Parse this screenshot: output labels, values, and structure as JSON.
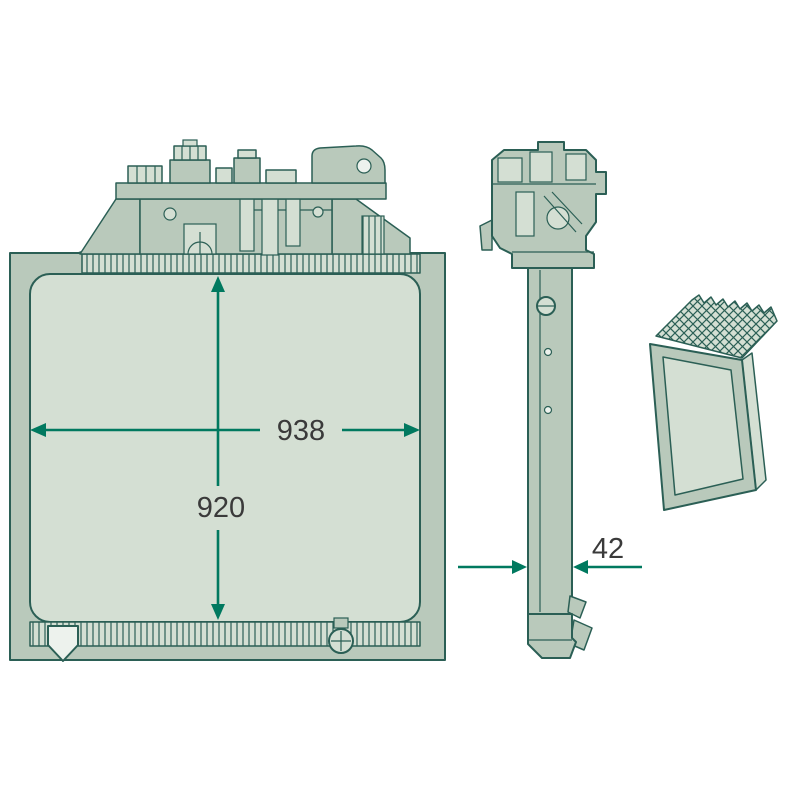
{
  "diagram": {
    "dimensions": {
      "width_label": "938",
      "height_label": "920",
      "thickness_label": "42"
    },
    "colors": {
      "outline": "#2b5f55",
      "fill_light": "#d4dfd3",
      "fill_medium": "#b9c9bb",
      "fill_white": "#edf2ed",
      "dimension": "#00795f",
      "text": "#3a3a3a",
      "background": "#ffffff"
    }
  }
}
